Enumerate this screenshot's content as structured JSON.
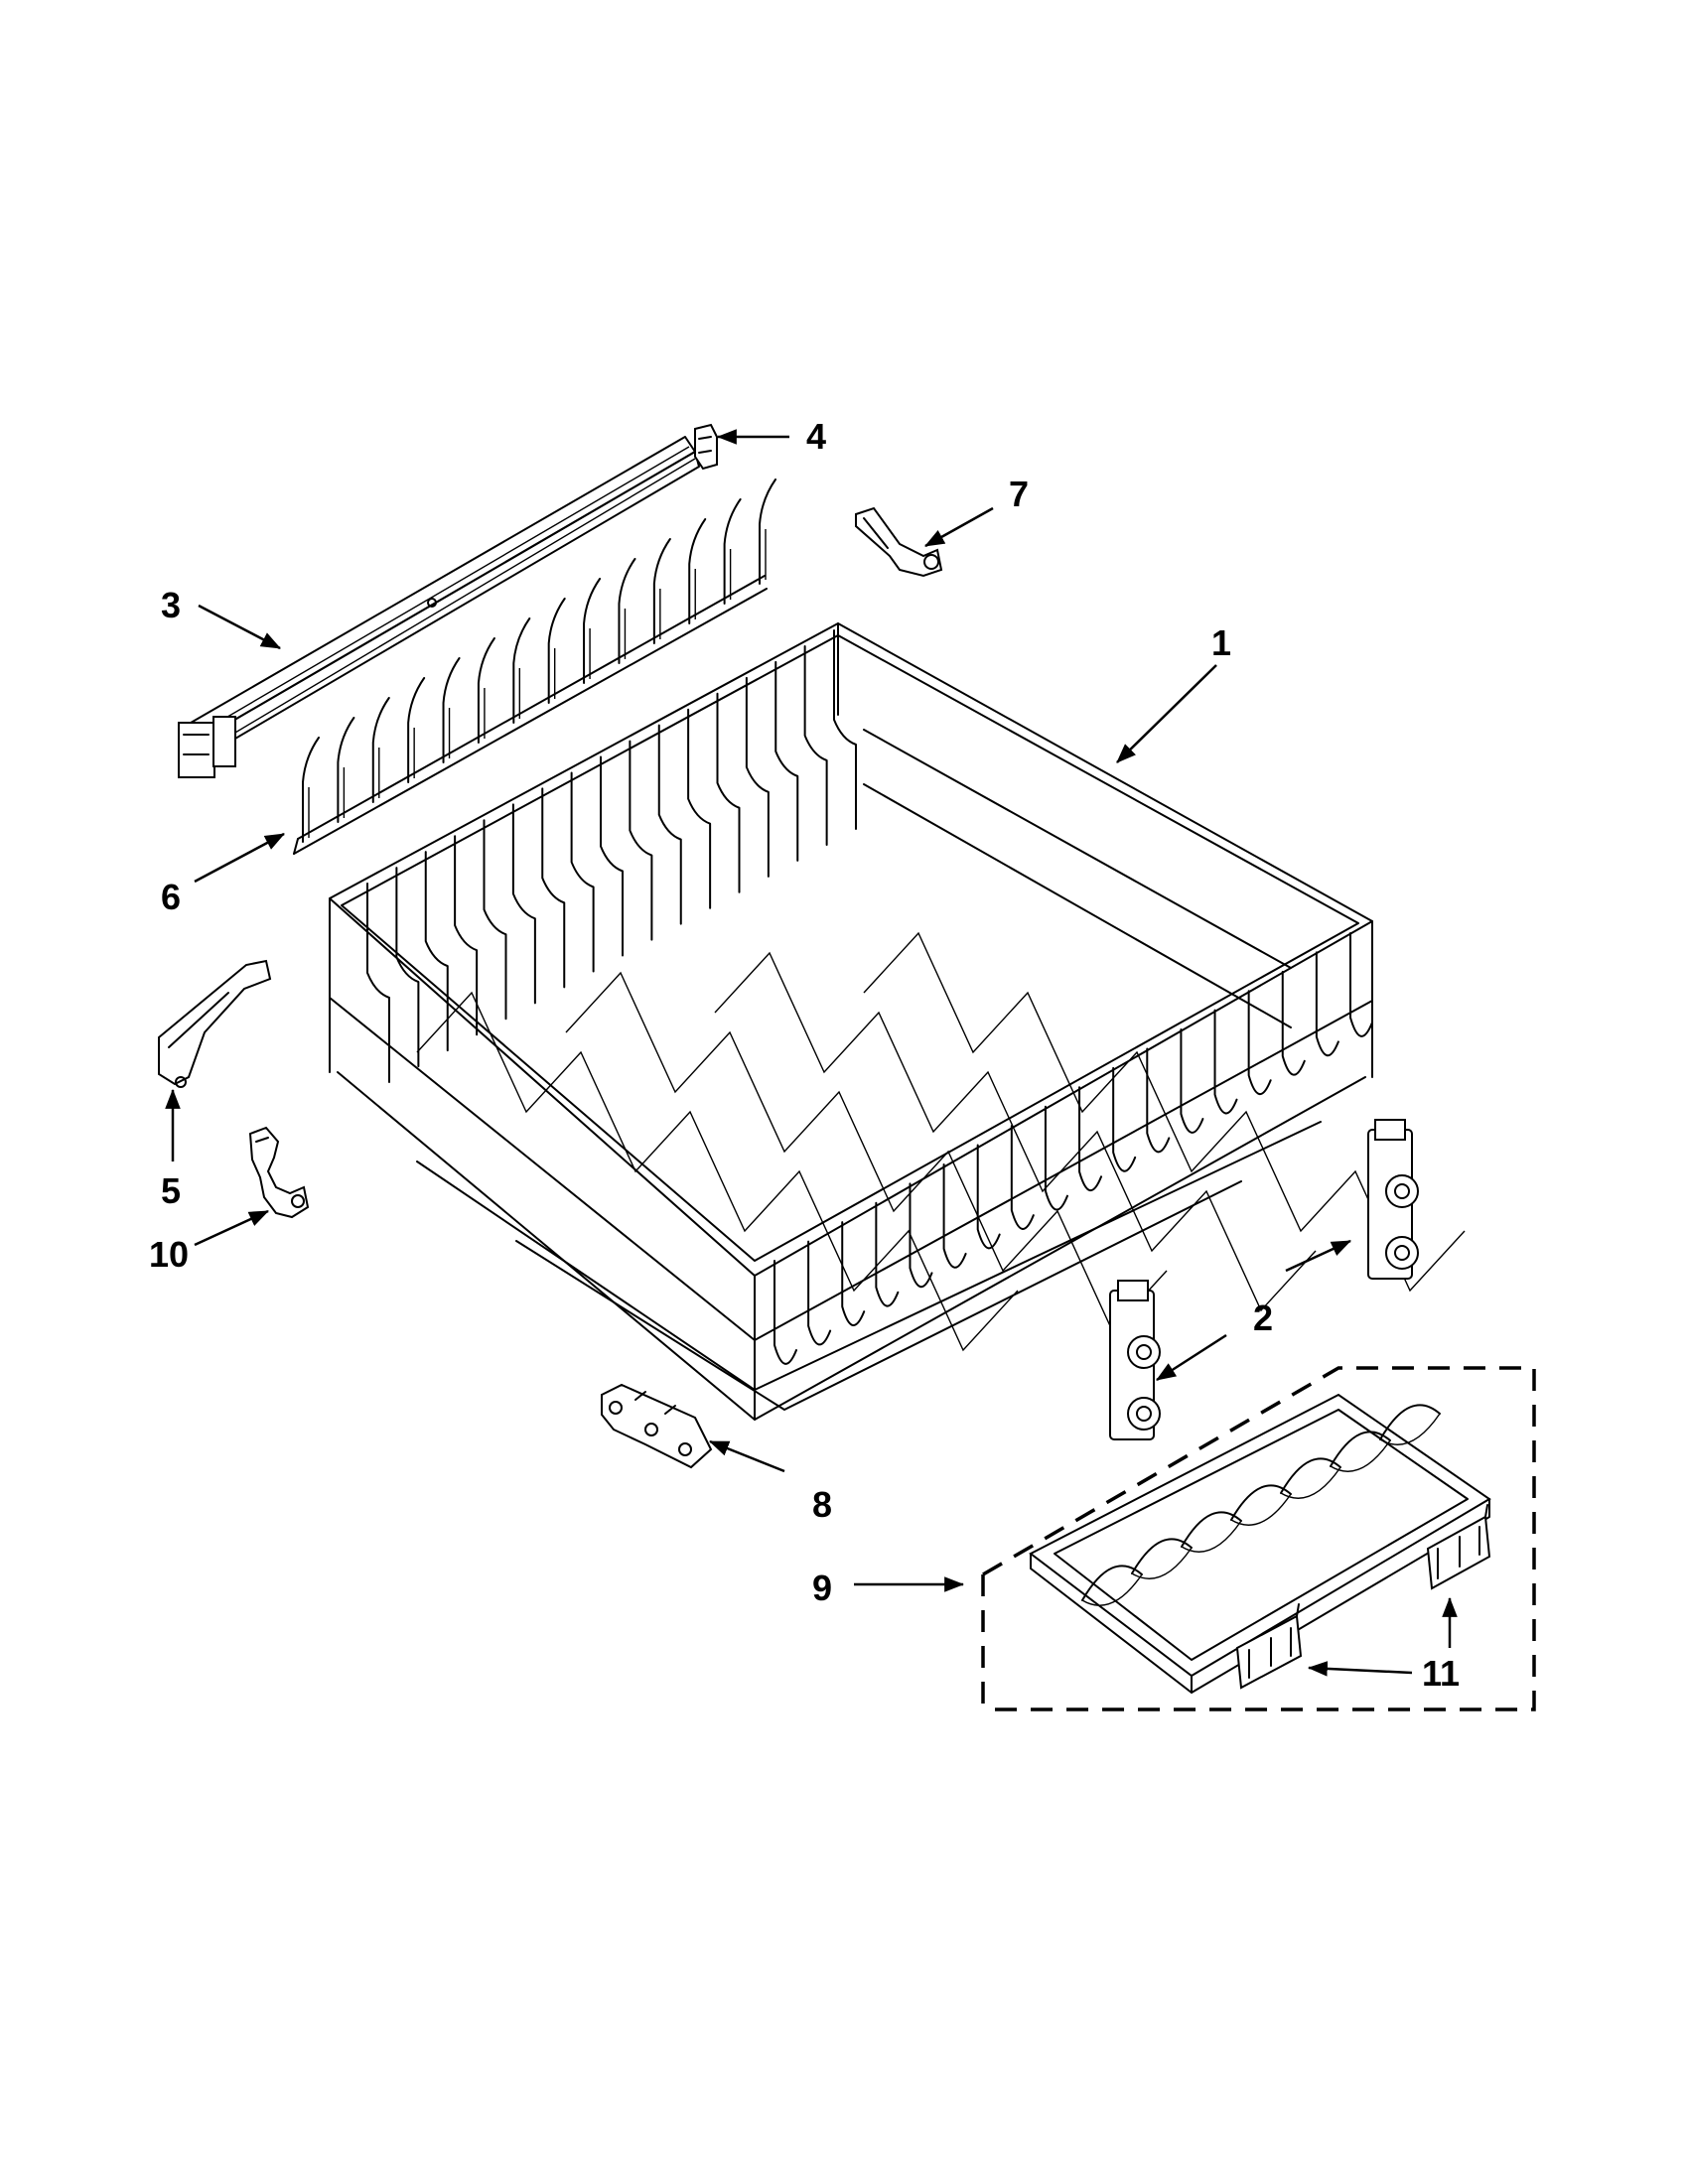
{
  "colors": {
    "ink": "#000000",
    "paper": "#ffffff"
  },
  "callouts": {
    "c1": "1",
    "c2": "2",
    "c3": "3",
    "c4": "4",
    "c5": "5",
    "c6": "6",
    "c7": "7",
    "c8": "8",
    "c9": "9",
    "c10": "10",
    "c11": "11"
  }
}
